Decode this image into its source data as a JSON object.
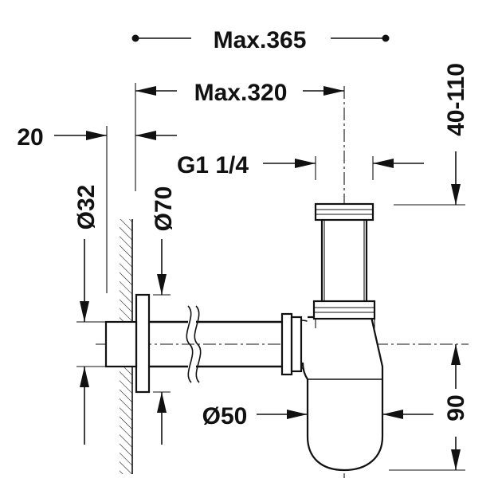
{
  "diagram": {
    "labels": {
      "max_365": "Max.365",
      "max_320": "Max.320",
      "offset_20": "20",
      "thread_g1_1_4": "G1 1/4",
      "range_40_110": "40-110",
      "dia_32": "Ø32",
      "dia_70": "Ø70",
      "dia_50": "Ø50",
      "height_90": "90"
    },
    "colors": {
      "ink": "#111111",
      "background": "#ffffff"
    }
  }
}
